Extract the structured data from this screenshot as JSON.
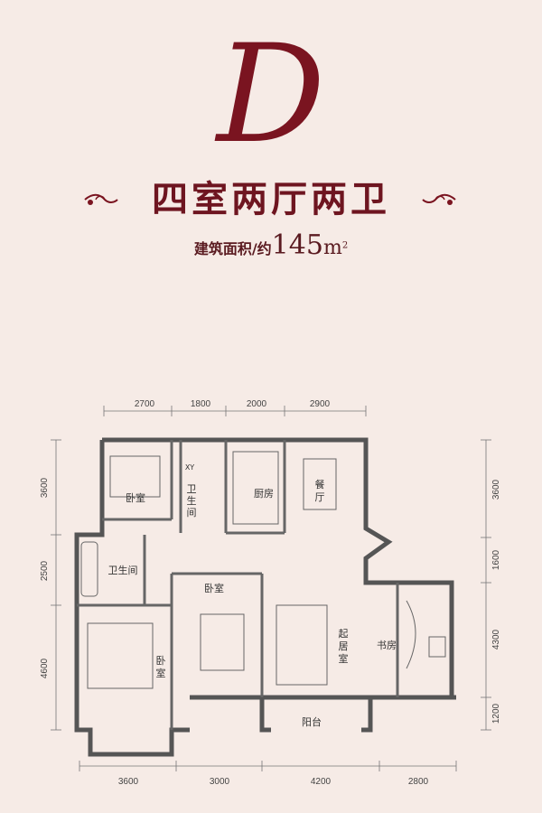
{
  "header": {
    "letter": "D",
    "title": "四室两厅两卫",
    "area_label": "建筑面积/约",
    "area_value": "145",
    "area_unit": "m",
    "area_sup": "2"
  },
  "dims": {
    "top": [
      "2700",
      "1800",
      "2000",
      "2900"
    ],
    "bottom": [
      "3600",
      "3000",
      "4200",
      "2800"
    ],
    "left": [
      "3600",
      "2500",
      "4600"
    ],
    "right": [
      "3600",
      "1600",
      "4300",
      "1200"
    ]
  },
  "rooms": {
    "bedroom_nw": "卧室",
    "bath_upper_1": "卫",
    "bath_upper_2": "生",
    "bath_upper_3": "间",
    "kitchen": "厨房",
    "dining_1": "餐",
    "dining_2": "厅",
    "bath_lower": "卫生间",
    "bedroom_mid": "卧室",
    "bedroom_sw_1": "卧",
    "bedroom_sw_2": "室",
    "living_1": "起",
    "living_2": "居",
    "living_3": "室",
    "study": "书房",
    "balcony": "阳台",
    "washer_mark": "XY"
  },
  "colors": {
    "brand": "#7a1420",
    "wall": "#555555",
    "background": "#f6ebe6"
  }
}
